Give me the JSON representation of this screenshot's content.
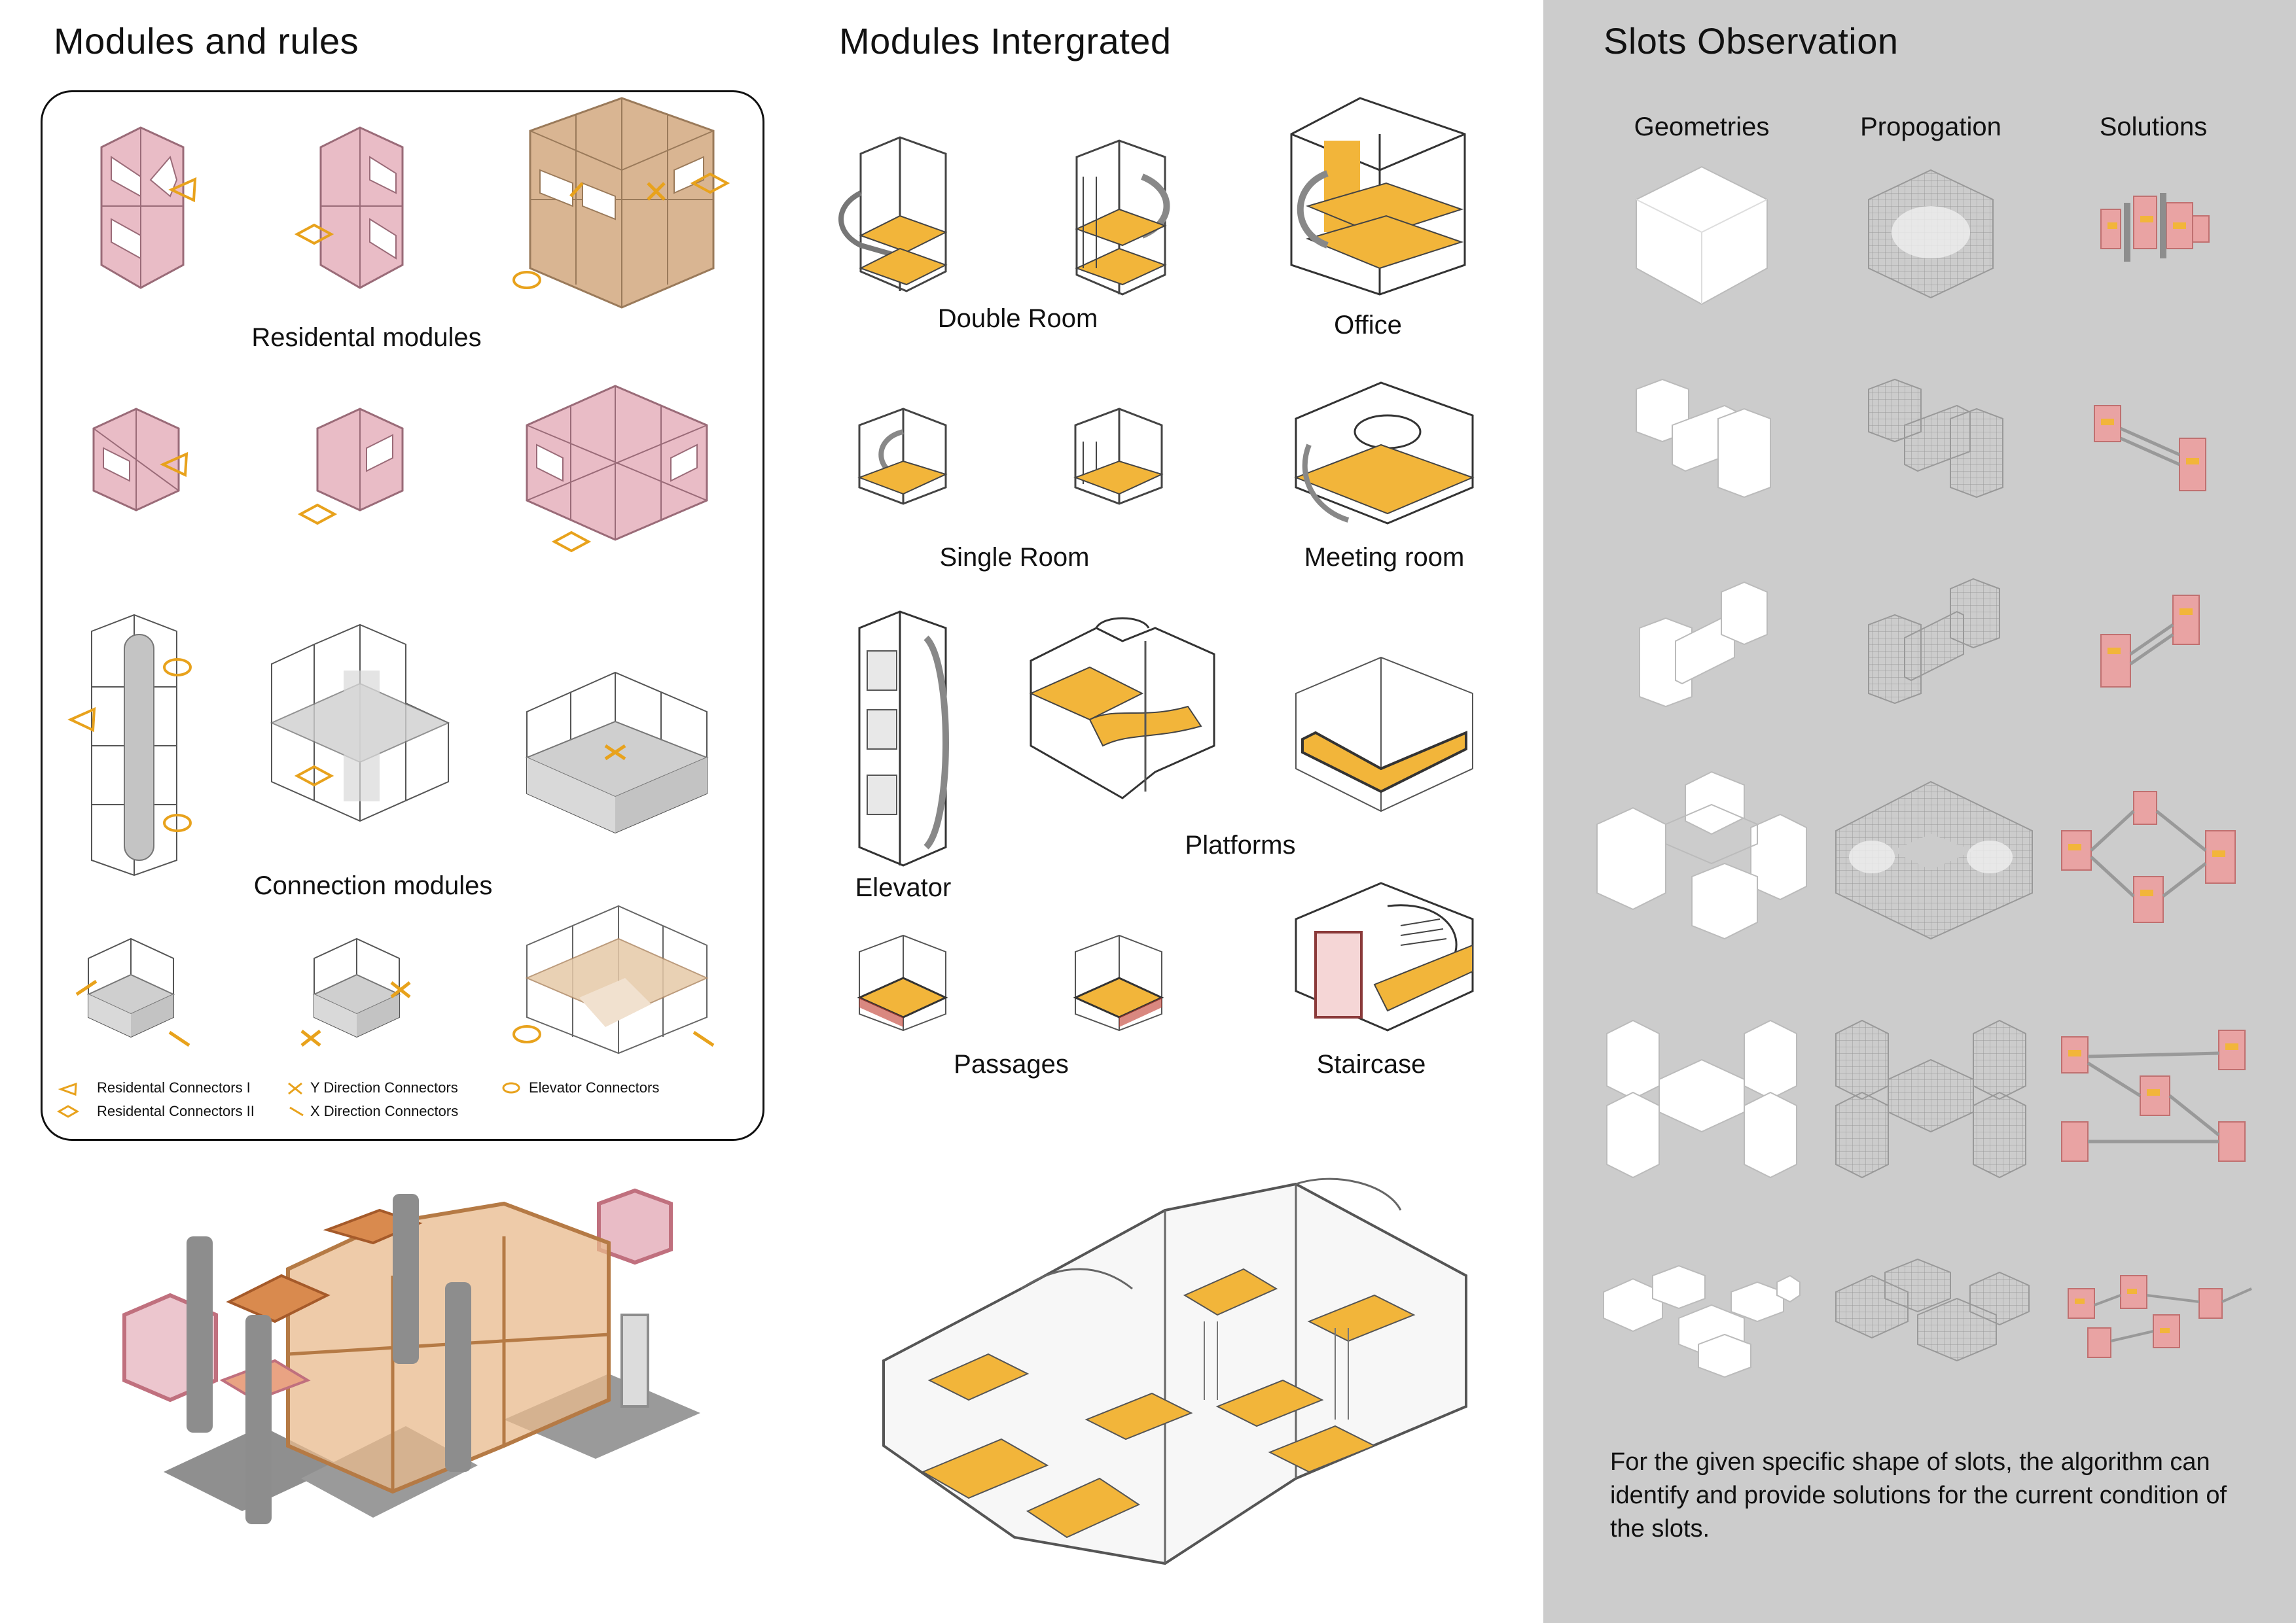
{
  "sections": {
    "modules_rules": {
      "title": "Modules and rules",
      "residential_caption": "Residental modules",
      "connection_caption": "Connection modules",
      "legend": [
        {
          "symbol": "triangle-icon",
          "label": "Residental Connectors I"
        },
        {
          "symbol": "diamond-icon",
          "label": "Residental Connectors II"
        },
        {
          "symbol": "y-cross-icon",
          "label": "Y Direction Connectors"
        },
        {
          "symbol": "x-slash-icon",
          "label": "X Direction Connectors"
        },
        {
          "symbol": "ellipse-icon",
          "label": "Elevator Connectors"
        }
      ]
    },
    "modules_integrated": {
      "title": "Modules Intergrated",
      "captions": {
        "double_room": "Double Room",
        "office": "Office",
        "single_room": "Single Room",
        "meeting_room": "Meeting room",
        "elevator": "Elevator",
        "platforms": "Platforms",
        "passages": "Passages",
        "staircase": "Staircase"
      }
    },
    "slots_observation": {
      "title": "Slots Observation",
      "columns": [
        "Geometries",
        "Propogation",
        "Solutions"
      ],
      "description": "For the given specific shape of slots, the algorithm can identify and provide solutions for the current condition of the slots."
    }
  },
  "colors": {
    "accent_orange": "#e8a21c",
    "module_pink": "#e9bcc6",
    "module_tan": "#d9b592",
    "floor_yellow": "#f2b53a",
    "panel_gray": "#cccccc"
  }
}
